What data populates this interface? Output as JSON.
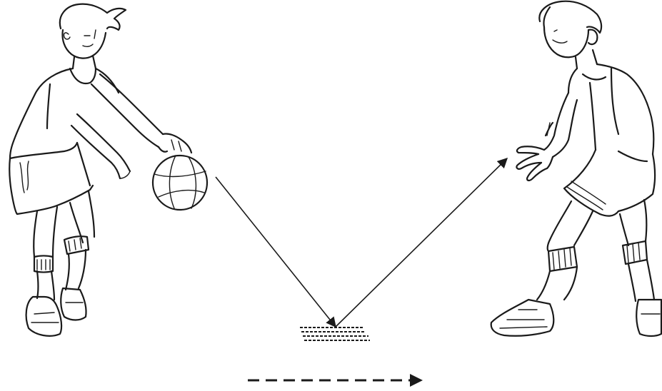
{
  "scene": {
    "description_icons": [
      "basketball-player-passer",
      "basketball",
      "basketball-player-receiver",
      "bounce-mark",
      "direction-arrow"
    ],
    "colors": {
      "ink": "#1a1a1a",
      "background": "#ffffff"
    }
  }
}
